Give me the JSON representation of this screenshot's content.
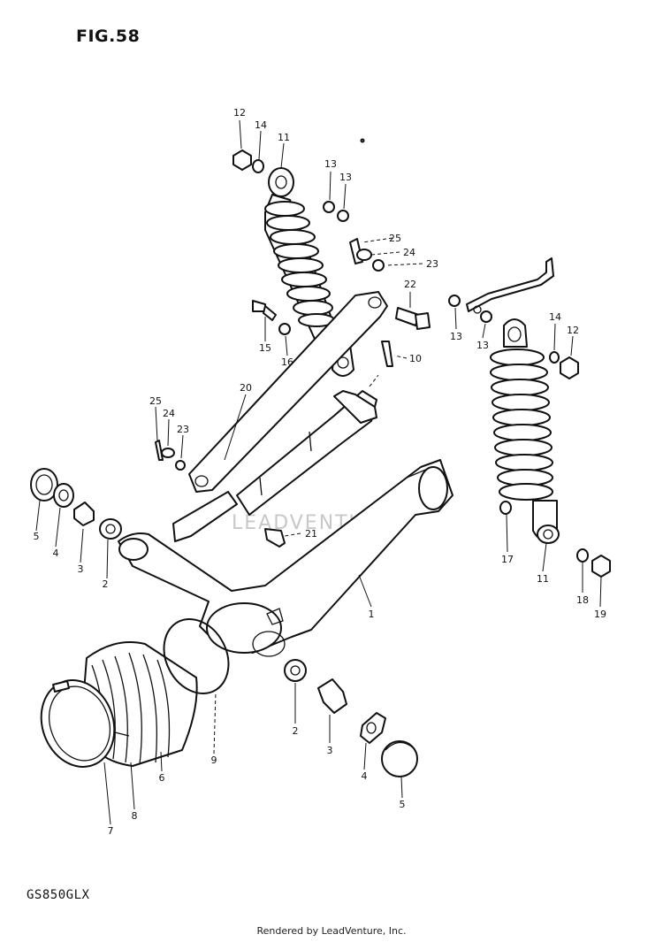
{
  "figure": {
    "title": "FIG.58",
    "model": "GS850GLX"
  },
  "footer": {
    "credit": "Rendered by LeadVenture, Inc."
  },
  "watermark": {
    "text": "LEADVENTURE"
  },
  "callouts": {
    "p1": "1",
    "p2a": "2",
    "p2b": "2",
    "p3a": "3",
    "p3b": "3",
    "p4a": "4",
    "p4b": "4",
    "p5a": "5",
    "p5b": "5",
    "p6": "6",
    "p7": "7",
    "p8": "8",
    "p9": "9",
    "p10": "10",
    "p11a": "11",
    "p11b": "11",
    "p12a": "12",
    "p12b": "12",
    "p13a": "13",
    "p13b": "13",
    "p13c": "13",
    "p13d": "13",
    "p14a": "14",
    "p14b": "14",
    "p15": "15",
    "p16": "16",
    "p17": "17",
    "p18": "18",
    "p19": "19",
    "p20": "20",
    "p21": "21",
    "p22": "22",
    "p23a": "23",
    "p23b": "23",
    "p24a": "24",
    "p24b": "24",
    "p25a": "25",
    "p25b": "25"
  }
}
